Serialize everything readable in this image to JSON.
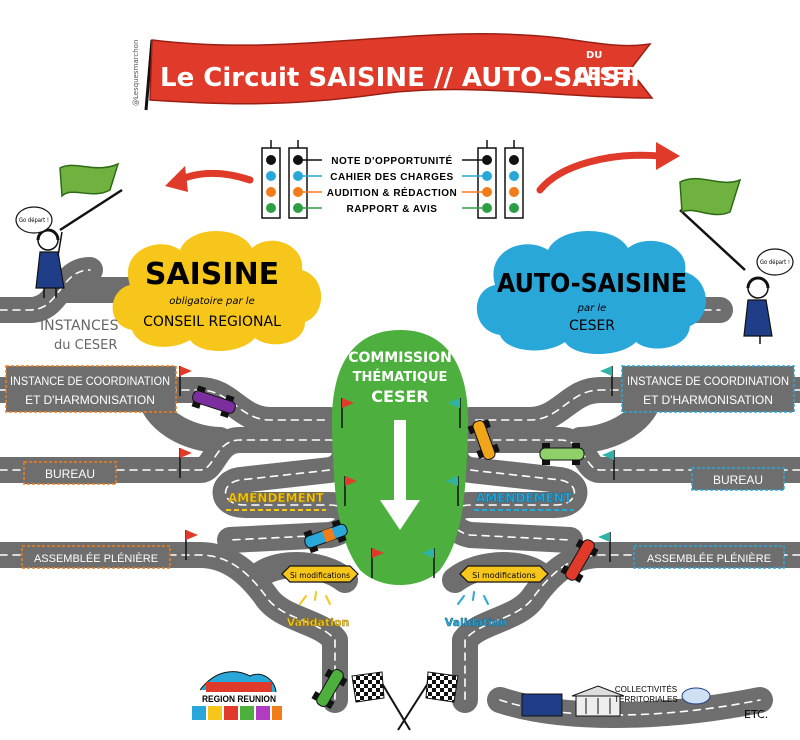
{
  "title": {
    "main": "Le Circuit SAISINE // AUTO-SAISINE",
    "du": "DU",
    "ceser": "CESER",
    "credit": "@Lesquesmarchon"
  },
  "legend": {
    "items": [
      {
        "label": "NOTE D'OPPORTUNITÉ",
        "color": "#111111"
      },
      {
        "label": "CAHIER DES CHARGES",
        "color": "#2aa7d9"
      },
      {
        "label": "AUDITION & RÉDACTION",
        "color": "#f07d1a"
      },
      {
        "label": "RAPPORT & AVIS",
        "color": "#2e9e45"
      }
    ]
  },
  "starter": {
    "speech": "Go départ !"
  },
  "saisine": {
    "title": "SAISINE",
    "line1": "obligatoire par le",
    "line2": "CONSEIL REGIONAL"
  },
  "autosaisine": {
    "title": "AUTO-SAISINE",
    "line1": "par le",
    "line2": "CESER"
  },
  "instances_label": {
    "line1": "INSTANCES",
    "line2": "du CESER"
  },
  "commission": {
    "line1": "COMMISSION",
    "line2": "THÉMATIQUE",
    "line3": "CESER"
  },
  "left": {
    "coord_line1": "INSTANCE DE COORDINATION",
    "coord_line2": "ET D'HARMONISATION",
    "bureau": "BUREAU",
    "pleniere": "ASSEMBLÉE PLÉNIÈRE",
    "amendement": "AMENDEMENT",
    "si_modif": "Si modifications",
    "validation": "Validation"
  },
  "right": {
    "coord_line1": "INSTANCE DE COORDINATION",
    "coord_line2": "ET D'HARMONISATION",
    "bureau": "BUREAU",
    "pleniere": "ASSEMBLÉE PLÉNIÈRE",
    "amendement": "AMENDEMENT",
    "si_modif": "Si modifications",
    "validation": "Validation"
  },
  "bottom": {
    "region": "REGION REUNION",
    "collectivites_line1": "COLLECTIVITÉS",
    "collectivites_line2": "TERRITORIALES",
    "etc": "ETC."
  },
  "colors": {
    "red": "#e03a2b",
    "yellow": "#f7c61a",
    "blue": "#2aa7d9",
    "green": "#4caf3e",
    "road": "#6e6e6e",
    "orange": "#f07d1a"
  }
}
